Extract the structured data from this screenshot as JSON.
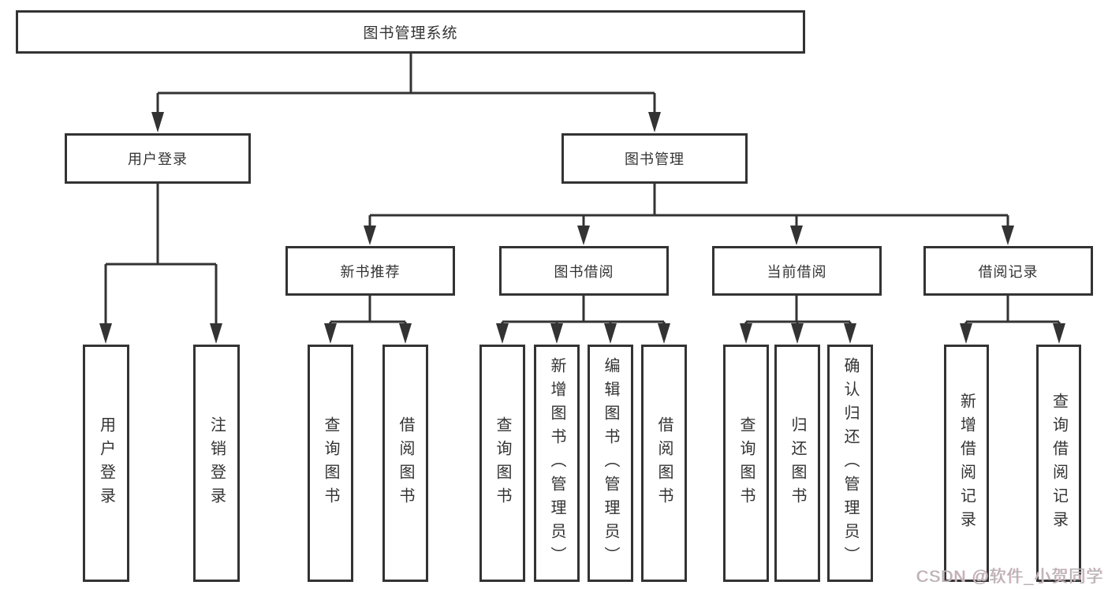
{
  "diagram": {
    "root": {
      "label": "图书管理系统"
    },
    "branches": [
      {
        "label": "用户登录",
        "children": [
          {
            "label": "用户登录"
          },
          {
            "label": "注销登录"
          }
        ]
      },
      {
        "label": "图书管理",
        "children": [
          {
            "label": "新书推荐",
            "children": [
              {
                "label": "查询图书"
              },
              {
                "label": "借阅图书"
              }
            ]
          },
          {
            "label": "图书借阅",
            "children": [
              {
                "label": "查询图书"
              },
              {
                "label": "新增图书（管理员）"
              },
              {
                "label": "编辑图书（管理员）"
              },
              {
                "label": "借阅图书"
              }
            ]
          },
          {
            "label": "当前借阅",
            "children": [
              {
                "label": "查询图书"
              },
              {
                "label": "归还图书"
              },
              {
                "label": "确认归还（管理员）"
              }
            ]
          },
          {
            "label": "借阅记录",
            "children": [
              {
                "label": "新增借阅记录"
              },
              {
                "label": "查询借阅记录"
              }
            ]
          }
        ]
      }
    ]
  },
  "watermark": "CSDN @软件_小贺同学",
  "colors": {
    "line": "#333333",
    "box_border": "#333333",
    "box_fill": "#ffffff",
    "text": "#333333",
    "watermark": "#b7b1b5",
    "background": "#ffffff"
  }
}
